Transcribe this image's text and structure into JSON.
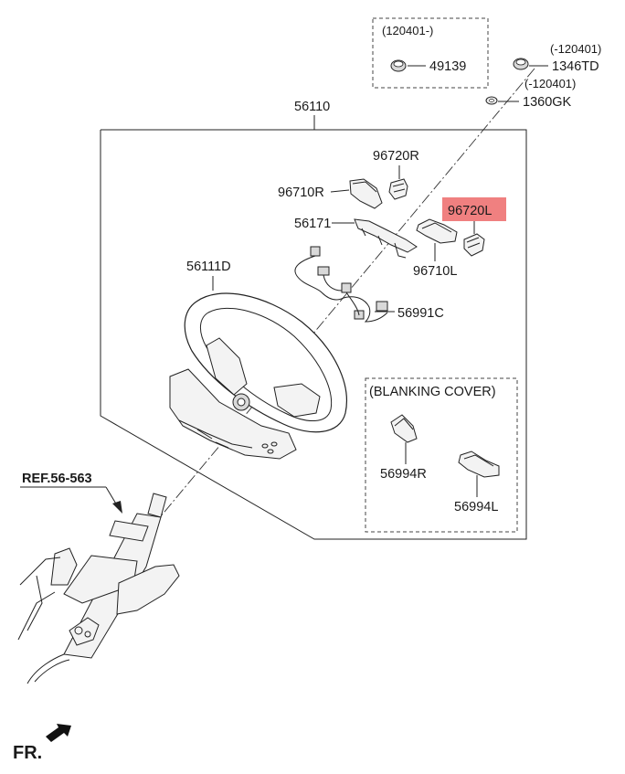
{
  "labels": {
    "assembly": "56110",
    "date_nut_group": "(120401-)",
    "nut_new": "49139",
    "date_nut_old": "(-120401)",
    "nut_old": "1346TD",
    "date_washer": "(-120401)",
    "washer": "1360GK",
    "clip_r": "96720R",
    "switch_r": "96710R",
    "clip_l": "96720L",
    "cover": "56171",
    "switch_l": "96710L",
    "wheel": "56111D",
    "harness": "56991C",
    "blanking_title": "(BLANKING COVER)",
    "blank_r": "56994R",
    "blank_l": "56994L",
    "ref": "REF.56-563",
    "front": "FR."
  },
  "highlight_color": "#f08080"
}
